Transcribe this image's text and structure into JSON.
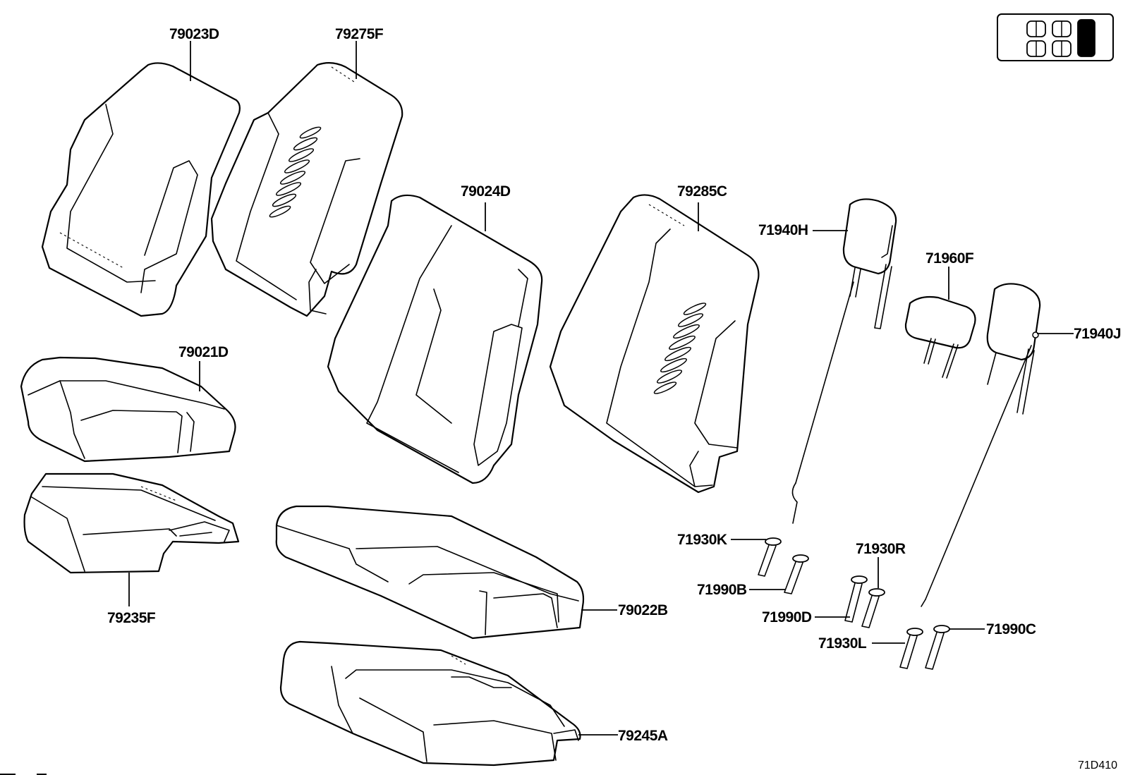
{
  "diagram": {
    "labels": {
      "p79023D": "79023D",
      "p79275F": "79275F",
      "p79024D": "79024D",
      "p79285C": "79285C",
      "p71940H": "71940H",
      "p71960F": "71960F",
      "p71940J": "71940J",
      "p79021D": "79021D",
      "p79235F": "79235F",
      "p79022B": "79022B",
      "p79245A": "79245A",
      "p71930K": "71930K",
      "p71990B": "71990B",
      "p71930R": "71930R",
      "p71990D": "71990D",
      "p71930L": "71930L",
      "p71990C": "71990C"
    },
    "diagram_code": "71D410",
    "icons": {
      "seat_layout": "seat-layout-icon",
      "scroll": "scroll-indicator-icon"
    },
    "colors": {
      "line": "#000000",
      "background": "#ffffff"
    }
  }
}
